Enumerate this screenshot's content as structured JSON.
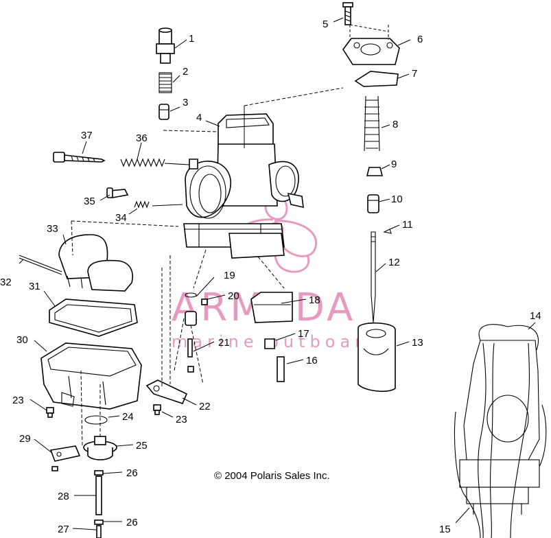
{
  "copyright": "© 2004 Polaris Sales Inc.",
  "watermark": {
    "name": "ARMADA",
    "tagline": "marine outboards",
    "color": "#e79ac0"
  },
  "labels": [
    {
      "id": "1",
      "text": "1"
    },
    {
      "id": "2",
      "text": "2"
    },
    {
      "id": "3",
      "text": "3"
    },
    {
      "id": "4",
      "text": "4"
    },
    {
      "id": "5",
      "text": "5"
    },
    {
      "id": "6",
      "text": "6"
    },
    {
      "id": "7",
      "text": "7"
    },
    {
      "id": "8",
      "text": "8"
    },
    {
      "id": "9",
      "text": "9"
    },
    {
      "id": "10",
      "text": "10"
    },
    {
      "id": "11",
      "text": "11"
    },
    {
      "id": "12",
      "text": "12"
    },
    {
      "id": "13",
      "text": "13"
    },
    {
      "id": "14",
      "text": "14"
    },
    {
      "id": "15",
      "text": "15"
    },
    {
      "id": "16",
      "text": "16"
    },
    {
      "id": "17",
      "text": "17"
    },
    {
      "id": "18",
      "text": "18"
    },
    {
      "id": "19",
      "text": "19"
    },
    {
      "id": "20",
      "text": "20"
    },
    {
      "id": "21",
      "text": "21"
    },
    {
      "id": "22",
      "text": "22"
    },
    {
      "id": "23a",
      "text": "23"
    },
    {
      "id": "23b",
      "text": "23"
    },
    {
      "id": "24",
      "text": "24"
    },
    {
      "id": "25",
      "text": "25"
    },
    {
      "id": "26a",
      "text": "26"
    },
    {
      "id": "26b",
      "text": "26"
    },
    {
      "id": "27",
      "text": "27"
    },
    {
      "id": "28",
      "text": "28"
    },
    {
      "id": "29",
      "text": "29"
    },
    {
      "id": "30",
      "text": "30"
    },
    {
      "id": "31",
      "text": "31"
    },
    {
      "id": "32",
      "text": "32"
    },
    {
      "id": "33",
      "text": "33"
    },
    {
      "id": "34",
      "text": "34"
    },
    {
      "id": "35",
      "text": "35"
    },
    {
      "id": "36",
      "text": "36"
    },
    {
      "id": "37",
      "text": "37"
    }
  ]
}
